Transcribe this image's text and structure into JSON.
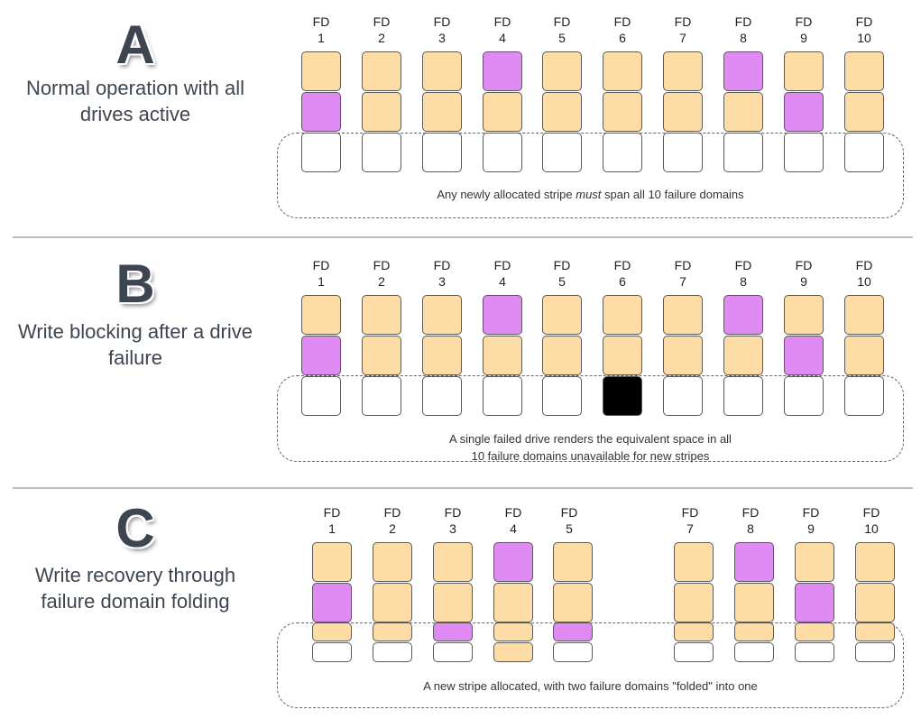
{
  "fd_prefix": "FD",
  "panels": [
    {
      "letter": "A",
      "description_line1": "Normal operation with all",
      "description_line2": "drives active",
      "fd_numbers": [
        "1",
        "2",
        "3",
        "4",
        "5",
        "6",
        "7",
        "8",
        "9",
        "10"
      ],
      "caption_before": "Any newly allocated stripe ",
      "caption_emphasis": "must",
      "caption_after": " span all 10 failure domains"
    },
    {
      "letter": "B",
      "description_line1": "Write blocking after a drive",
      "description_line2": "failure",
      "fd_numbers": [
        "1",
        "2",
        "3",
        "4",
        "5",
        "6",
        "7",
        "8",
        "9",
        "10"
      ],
      "caption_line1": "A single failed drive renders the equivalent space in all",
      "caption_line2": "10 failure domains unavailable for new stripes",
      "failed_fd": "6"
    },
    {
      "letter": "C",
      "description_line1": "Write recovery through",
      "description_line2": "failure domain folding",
      "fd_numbers": [
        "1",
        "2",
        "3",
        "4",
        "5",
        "7",
        "8",
        "9",
        "10"
      ],
      "caption": "A new stripe allocated, with two failure domains \"folded\" into one",
      "folded_into_fd": "4"
    }
  ],
  "colors": {
    "orange": "#fddca5",
    "purple": "#e08af3",
    "failed": "#000000",
    "text": "#3d4650",
    "separator": "#b9c0c0"
  }
}
